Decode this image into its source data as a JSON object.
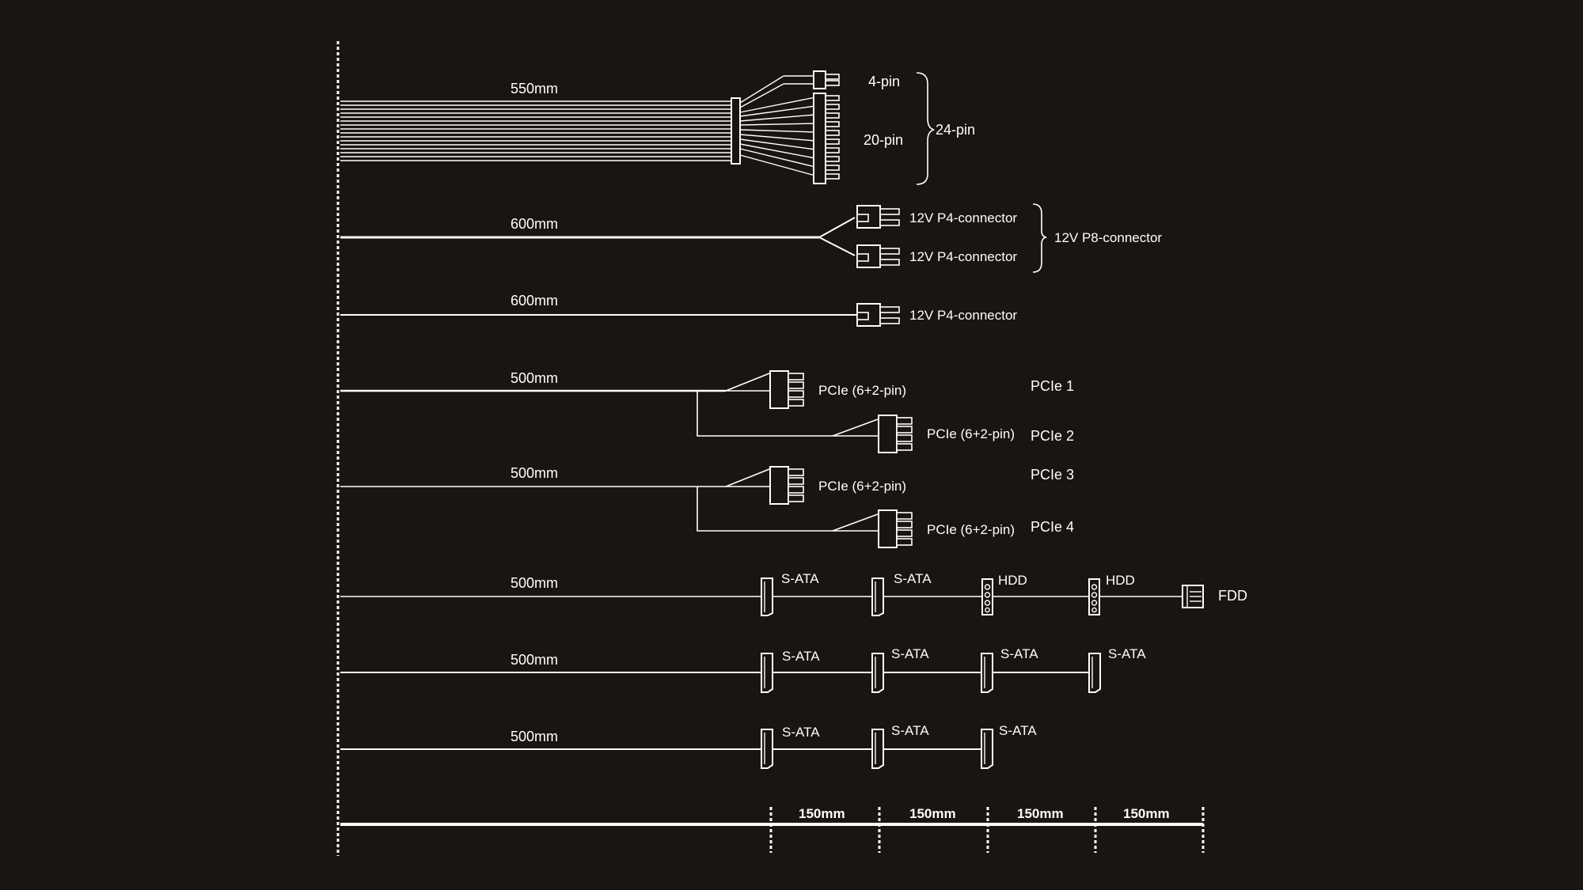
{
  "colors": {
    "background": "#191511",
    "foreground": "#ffffff"
  },
  "cables": {
    "atx": {
      "length": "550mm",
      "pin4": "4-pin",
      "pin20": "20-pin",
      "group": "24-pin"
    },
    "cpu_dual": {
      "length": "600mm",
      "p4a": "12V P4-connector",
      "p4b": "12V P4-connector",
      "group": "12V P8-connector"
    },
    "cpu_single": {
      "length": "600mm",
      "p4": "12V P4-connector"
    },
    "pcie_a": {
      "length": "500mm",
      "c1": "PCIe (6+2-pin)",
      "c2": "PCIe (6+2-pin)",
      "tag1": "PCIe 1",
      "tag2": "PCIe 2"
    },
    "pcie_b": {
      "length": "500mm",
      "c1": "PCIe (6+2-pin)",
      "c2": "PCIe (6+2-pin)",
      "tag1": "PCIe 3",
      "tag2": "PCIe 4"
    },
    "peripheral": {
      "length": "500mm",
      "c1": "S-ATA",
      "c2": "S-ATA",
      "c3": "HDD",
      "c4": "HDD",
      "c5": "FDD"
    },
    "sata_4": {
      "length": "500mm",
      "c1": "S-ATA",
      "c2": "S-ATA",
      "c3": "S-ATA",
      "c4": "S-ATA"
    },
    "sata_3": {
      "length": "500mm",
      "c1": "S-ATA",
      "c2": "S-ATA",
      "c3": "S-ATA"
    }
  },
  "scale": {
    "segments": [
      "150mm",
      "150mm",
      "150mm",
      "150mm"
    ]
  }
}
